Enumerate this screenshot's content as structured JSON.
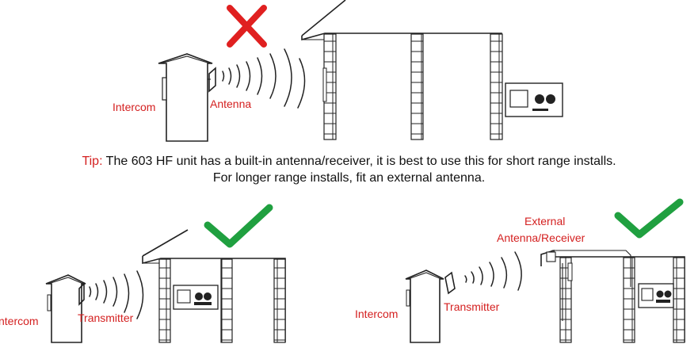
{
  "colors": {
    "label": "#d42020",
    "check": "#20a040",
    "cross": "#e02020",
    "line": "#222222"
  },
  "top_scene": {
    "intercom_label": "Intercom",
    "antenna_label": "Antenna",
    "status_icon": "cross-icon"
  },
  "tip": {
    "prefix": "Tip:",
    "line1": " The 603 HF unit has a built-in antenna/receiver, it is best to use this for short range installs.",
    "line2": "For longer range installs, fit an external antenna."
  },
  "bottom_left_scene": {
    "intercom_label": "ntercom",
    "transmitter_label": "Transmitter",
    "status_icon": "check-icon"
  },
  "bottom_right_scene": {
    "external_label_line1": "External",
    "external_label_line2": "Antenna/Receiver",
    "intercom_label": "Intercom",
    "transmitter_label": "Transmitter",
    "status_icon": "check-icon"
  }
}
